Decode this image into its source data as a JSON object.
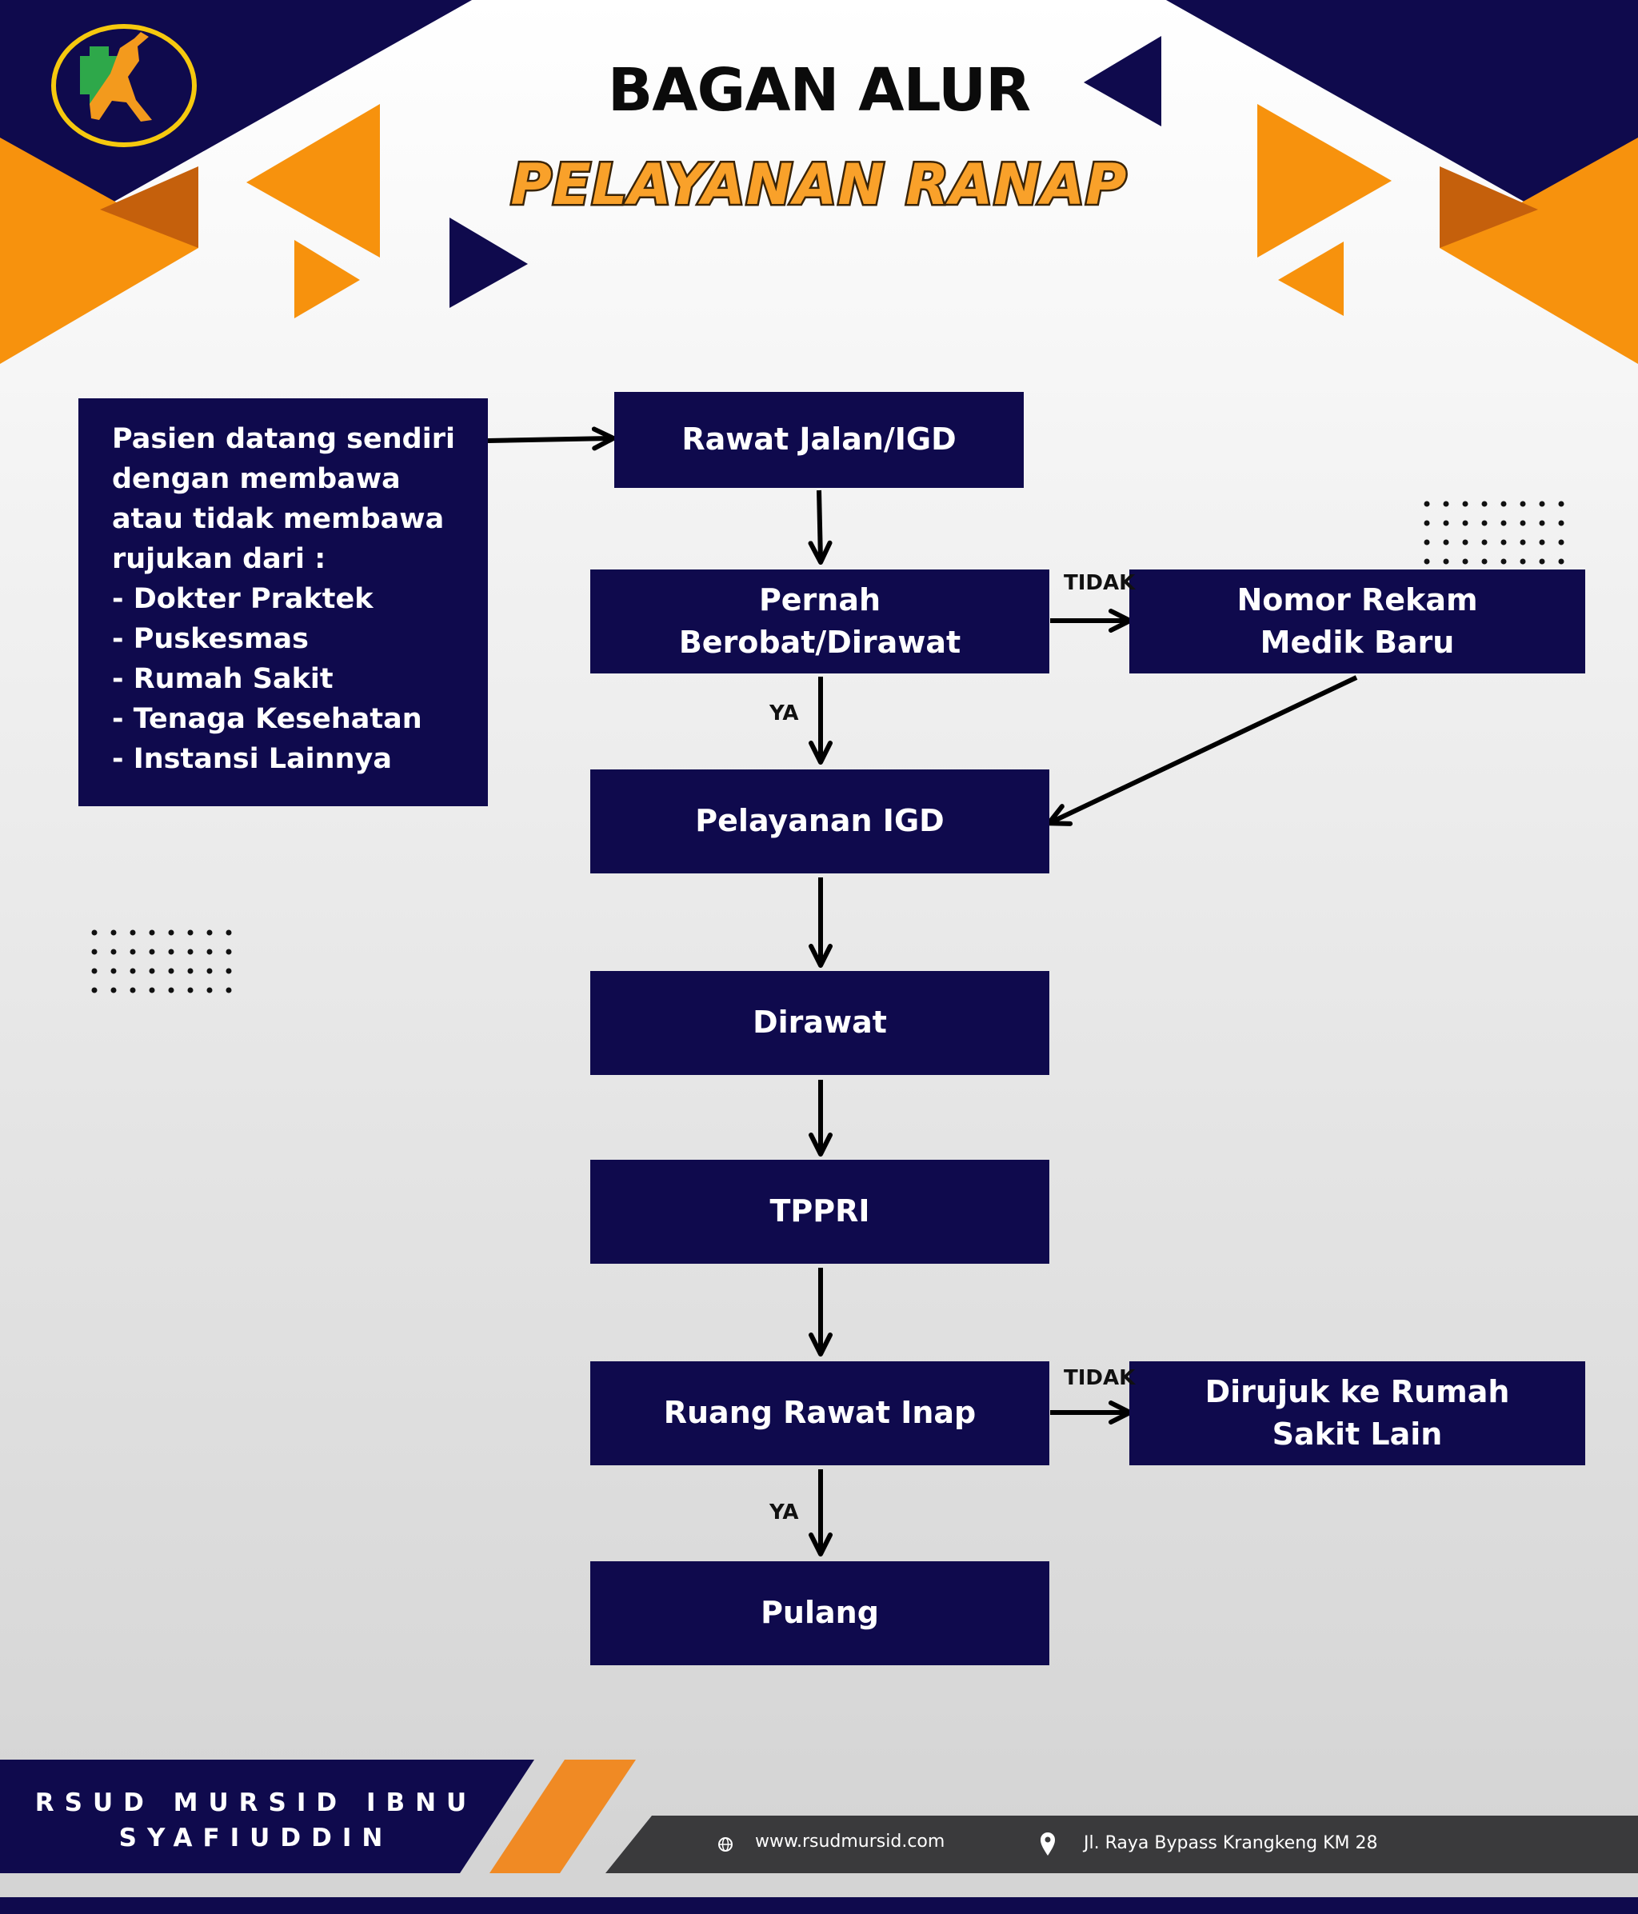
{
  "title": {
    "main": "BAGAN ALUR",
    "sub": "PELAYANAN RANAP"
  },
  "intro_box": {
    "lines": [
      "Pasien datang sendiri",
      "dengan membawa",
      "atau tidak membawa",
      "rujukan dari :",
      "- Dokter Praktek",
      "- Puskesmas",
      "- Rumah Sakit",
      "- Tenaga Kesehatan",
      "- Instansi Lainnya"
    ]
  },
  "nodes": {
    "rawat_jalan": "Rawat Jalan/IGD",
    "pernah_1": "Pernah",
    "pernah_2": "Berobat/Dirawat",
    "nomor_1": "Nomor Rekam",
    "nomor_2": "Medik Baru",
    "pelayanan_igd": "Pelayanan IGD",
    "dirawat": "Dirawat",
    "tppri": "TPPRI",
    "ruang_rawat": "Ruang Rawat Inap",
    "dirujuk_1": "Dirujuk ke Rumah",
    "dirujuk_2": "Sakit Lain",
    "pulang": "Pulang"
  },
  "edge_labels": {
    "tidak_1": "TIDAK",
    "ya_1": "YA",
    "tidak_2": "TIDAK",
    "ya_2": "YA"
  },
  "footer": {
    "name_1": "RSUD MURSID IBNU",
    "name_2": "SYAFIUDDIN",
    "website": "www.rsudmursid.com",
    "address": "Jl. Raya Bypass Krangkeng KM 28"
  },
  "colors": {
    "navy": "#0f0a4d",
    "orange": "#f7920d",
    "dark_orange": "#c5600c",
    "footer_gray": "#3a3a3c"
  }
}
